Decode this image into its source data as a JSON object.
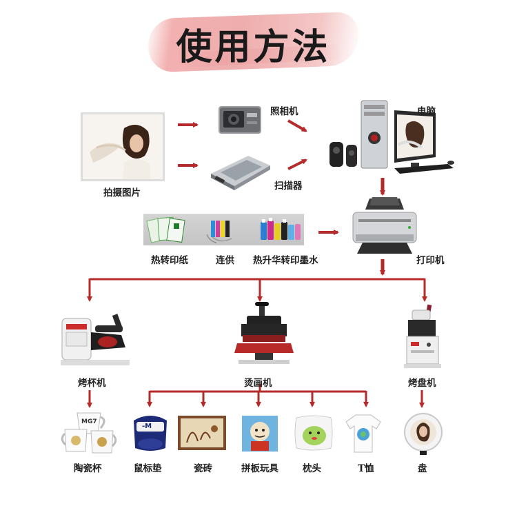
{
  "title": "使用方法",
  "nodes": {
    "photo": "拍摄图片",
    "camera": "照相机",
    "scanner": "扫描器",
    "computer": "电脑",
    "paper": "热转印纸",
    "ciss": "连供",
    "ink": "热升华转印墨水",
    "printer": "打印机",
    "mug_press": "烤杯机",
    "heat_press": "烫画机",
    "plate_press": "烤盘机",
    "mug": "陶瓷杯",
    "mousepad": "鼠标垫",
    "tile": "瓷砖",
    "puzzle": "拼板玩具",
    "pillow": "枕头",
    "tshirt": "T恤",
    "plate": "盘"
  },
  "product_texts": {
    "mug_text": "MG7",
    "mousepad_text": "-M"
  },
  "colors": {
    "arrow": "#b52a2a",
    "title_brush": "#ee9a9a"
  }
}
